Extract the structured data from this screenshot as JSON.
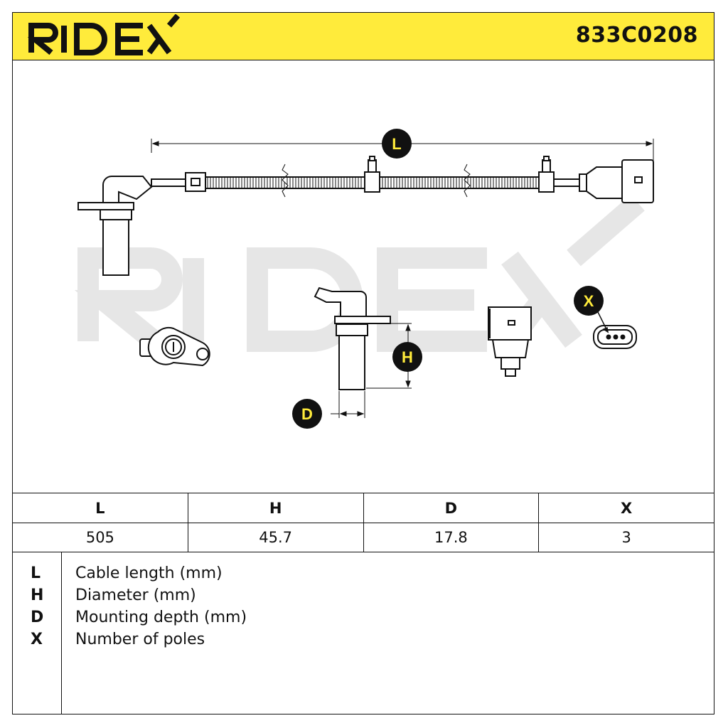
{
  "header": {
    "brand": "RIDEX",
    "part_number": "833C0208"
  },
  "drawing": {
    "watermark": "RIDEX",
    "callouts": {
      "length": "L",
      "height": "H",
      "depth": "D",
      "poles": "X"
    },
    "colors": {
      "callout_bg": "#000000",
      "callout_text": "#ffeb3b",
      "header_bg": "#ffeb3b",
      "watermark": "#e6e6e6"
    }
  },
  "specs": {
    "headers": [
      "L",
      "H",
      "D",
      "X"
    ],
    "values": [
      "505",
      "45.7",
      "17.8",
      "3"
    ]
  },
  "legend": [
    {
      "key": "L",
      "label": "Cable length (mm)"
    },
    {
      "key": "H",
      "label": "Diameter (mm)"
    },
    {
      "key": "D",
      "label": "Mounting depth (mm)"
    },
    {
      "key": "X",
      "label": "Number of poles"
    }
  ]
}
